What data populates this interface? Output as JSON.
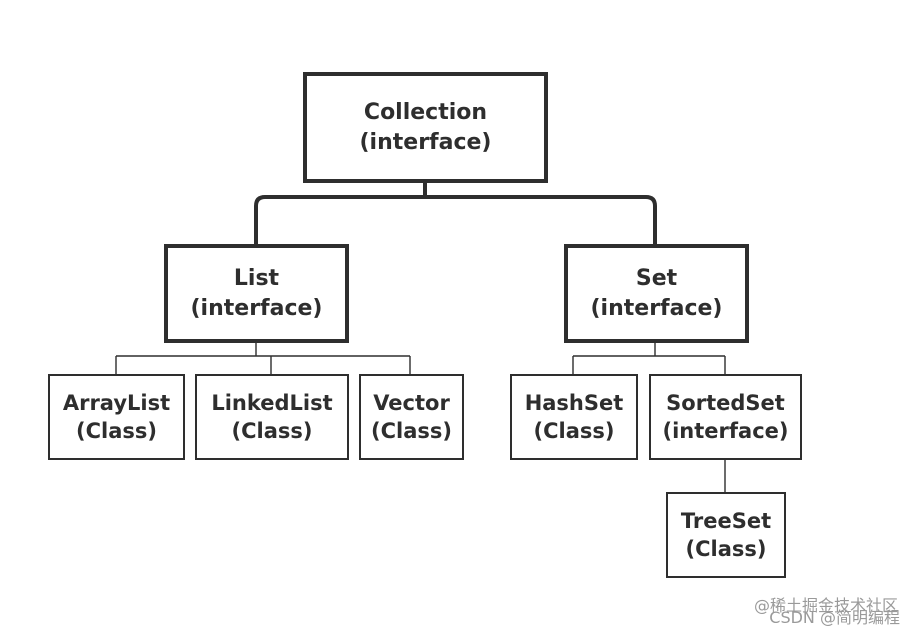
{
  "nodes": {
    "collection": {
      "name": "Collection",
      "kind": "(interface)"
    },
    "list": {
      "name": "List",
      "kind": "(interface)"
    },
    "set": {
      "name": "Set",
      "kind": "(interface)"
    },
    "arraylist": {
      "name": "ArrayList",
      "kind": "(Class)"
    },
    "linkedlist": {
      "name": "LinkedList",
      "kind": "(Class)"
    },
    "vector": {
      "name": "Vector",
      "kind": "(Class)"
    },
    "hashset": {
      "name": "HashSet",
      "kind": "(Class)"
    },
    "sortedset": {
      "name": "SortedSet",
      "kind": "(interface)"
    },
    "treeset": {
      "name": "TreeSet",
      "kind": "(Class)"
    }
  },
  "watermarks": {
    "line1": "@稀土掘金技术社区",
    "line2": "CSDN @简明编程"
  },
  "colors": {
    "stroke": "#2e2e2e",
    "text": "#2e2e2e",
    "watermark": "#9a9a9a"
  }
}
